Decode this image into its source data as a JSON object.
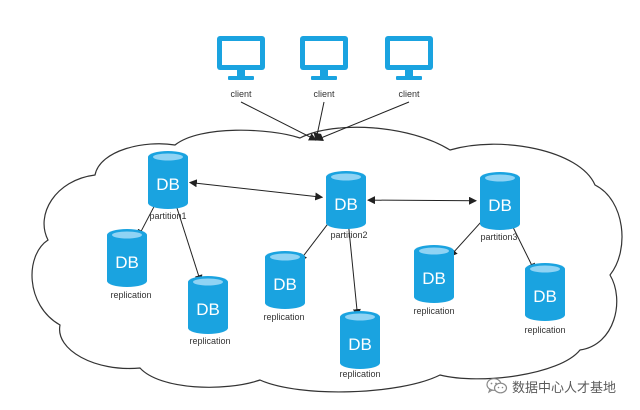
{
  "colors": {
    "accent": "#1aa3e0",
    "accent_light": "#8fd3f4",
    "line": "#222222",
    "cloud_stroke": "#333333"
  },
  "clients": [
    {
      "label": "client"
    },
    {
      "label": "client"
    },
    {
      "label": "client"
    }
  ],
  "databases": [
    {
      "id": "p1",
      "text": "DB",
      "label": "partition1",
      "role": "partition"
    },
    {
      "id": "p2",
      "text": "DB",
      "label": "partition2",
      "role": "partition"
    },
    {
      "id": "p3",
      "text": "DB",
      "label": "partition3",
      "role": "partition"
    },
    {
      "id": "r1a",
      "text": "DB",
      "label": "replication",
      "role": "replica"
    },
    {
      "id": "r1b",
      "text": "DB",
      "label": "replication",
      "role": "replica"
    },
    {
      "id": "r2a",
      "text": "DB",
      "label": "replication",
      "role": "replica"
    },
    {
      "id": "r2b",
      "text": "DB",
      "label": "replication",
      "role": "replica"
    },
    {
      "id": "r3a",
      "text": "DB",
      "label": "replication",
      "role": "replica"
    },
    {
      "id": "r3b",
      "text": "DB",
      "label": "replication",
      "role": "replica"
    }
  ],
  "edges": [
    {
      "from": "p1",
      "to": "p2",
      "bidirectional": true
    },
    {
      "from": "p2",
      "to": "p3",
      "bidirectional": true
    },
    {
      "from": "p1",
      "to": "r1a",
      "bidirectional": false
    },
    {
      "from": "p1",
      "to": "r1b",
      "bidirectional": false
    },
    {
      "from": "p2",
      "to": "r2a",
      "bidirectional": false
    },
    {
      "from": "p2",
      "to": "r2b",
      "bidirectional": false
    },
    {
      "from": "p3",
      "to": "r3a",
      "bidirectional": false
    },
    {
      "from": "p3",
      "to": "r3b",
      "bidirectional": false
    }
  ],
  "watermark": {
    "text": "数据中心人才基地",
    "icon": "wechat-icon"
  }
}
